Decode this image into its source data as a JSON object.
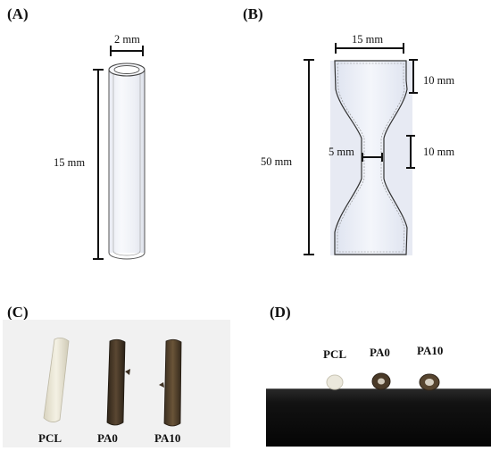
{
  "figure": {
    "panels": {
      "a": {
        "label": "(A)",
        "dimensions": {
          "diameter": "2 mm",
          "length": "15 mm"
        }
      },
      "b": {
        "label": "(B)",
        "dimensions": {
          "top_width": "15 mm",
          "overall_length": "50 mm",
          "grip_length": "10 mm",
          "gauge_length": "10 mm",
          "gauge_width": "5 mm"
        }
      },
      "c": {
        "label": "(C)",
        "samples": [
          "PCL",
          "PA0",
          "PA10"
        ]
      },
      "d": {
        "label": "(D)",
        "samples": [
          "PCL",
          "PA0",
          "PA10"
        ]
      }
    },
    "colors": {
      "pcl": "#ece8d8",
      "pa0": "#4a3928",
      "pa10": "#54422f",
      "photo_background_c": "#f3f3f3",
      "photo_background_d": "#0e0e0e"
    }
  }
}
